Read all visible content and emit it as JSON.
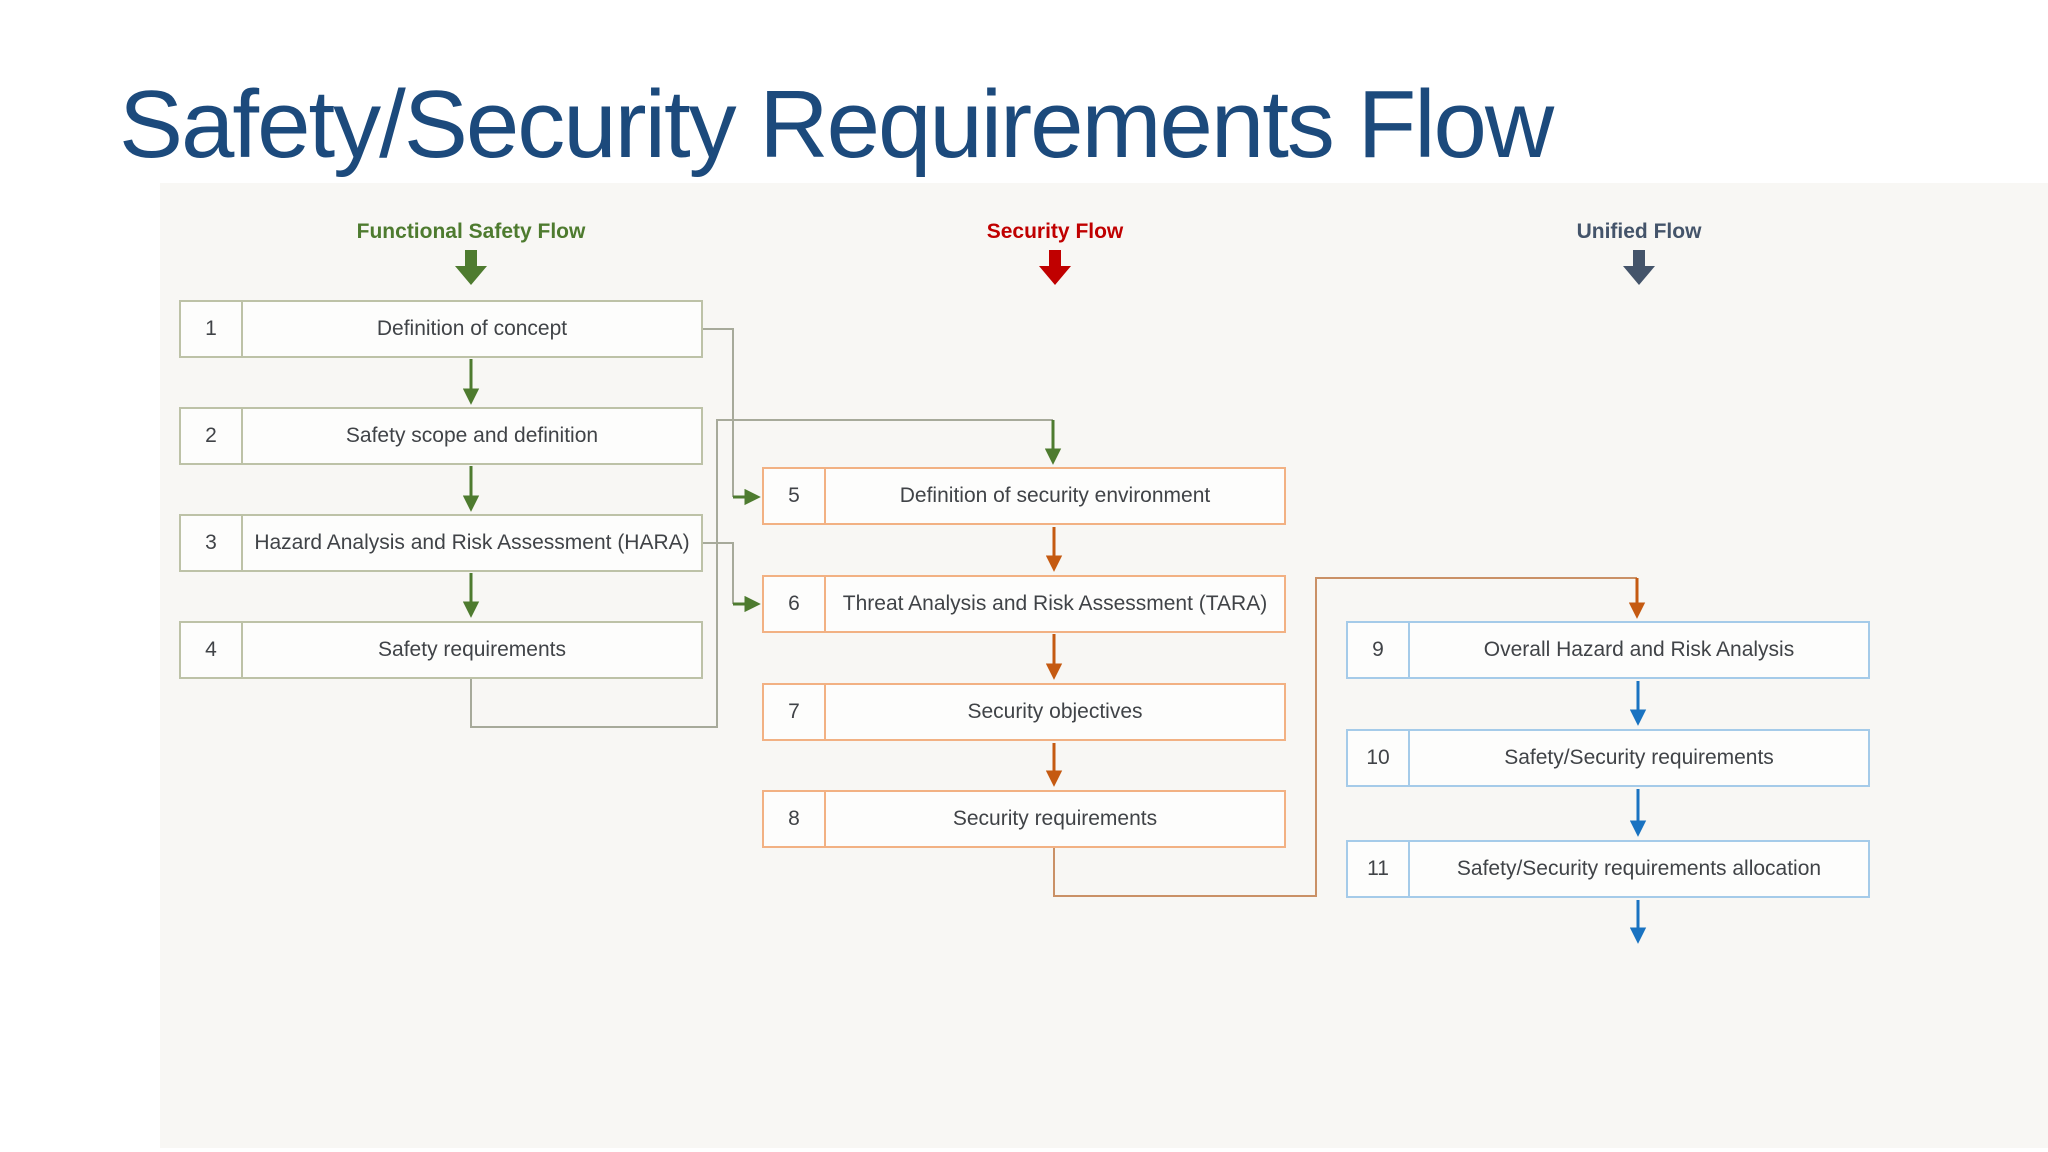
{
  "title": "Safety/Security Requirements Flow",
  "columns": [
    {
      "header": "Functional Safety Flow",
      "color": "#4e7b2f",
      "boxes": [
        {
          "num": "1",
          "label": "Definition of concept"
        },
        {
          "num": "2",
          "label": "Safety scope and definition"
        },
        {
          "num": "3",
          "label": "Hazard Analysis and Risk Assessment (HARA)"
        },
        {
          "num": "4",
          "label": "Safety requirements"
        }
      ]
    },
    {
      "header": "Security Flow",
      "color": "#c00000",
      "boxes": [
        {
          "num": "5",
          "label": "Definition of security environment"
        },
        {
          "num": "6",
          "label": "Threat Analysis and Risk Assessment (TARA)"
        },
        {
          "num": "7",
          "label": "Security objectives"
        },
        {
          "num": "8",
          "label": "Security requirements"
        }
      ]
    },
    {
      "header": "Unified Flow",
      "color": "#44546a",
      "boxes": [
        {
          "num": "9",
          "label": "Overall Hazard and Risk Analysis"
        },
        {
          "num": "10",
          "label": "Safety/Security requirements"
        },
        {
          "num": "11",
          "label": "Safety/Security requirements allocation"
        }
      ]
    }
  ],
  "colors": {
    "title": "#1c4a7c",
    "green_flow": "#4e7b2f",
    "orange_flow": "#c55a11",
    "blue_flow": "#1a73c1",
    "safety_box_border": "#bdc2a7",
    "security_box_border": "#f2b183",
    "unified_box_border": "#a5cbe9",
    "connector_gray": "#a7aa9a",
    "connector_tan": "#ca9166",
    "box_text": "#404347",
    "panel_background": "#f8f7f4"
  }
}
